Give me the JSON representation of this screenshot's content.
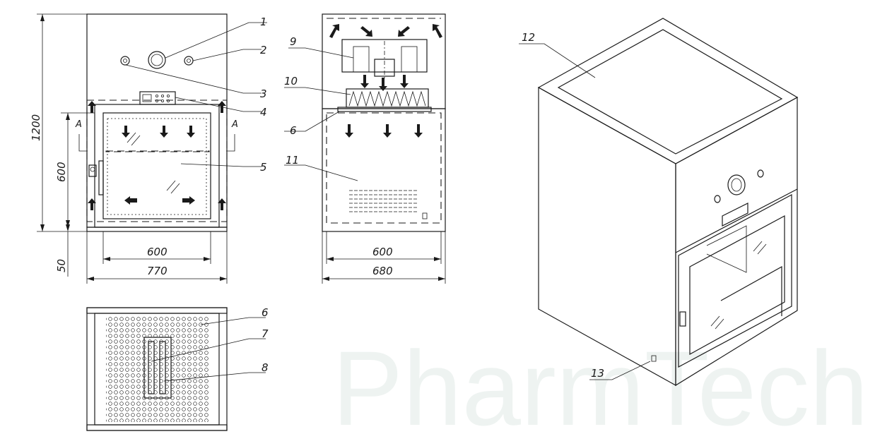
{
  "watermark": "PharmTech",
  "front_view": {
    "dims": {
      "height_total": "1200",
      "height_door": "600",
      "height_base": "50",
      "width_inner": "600",
      "width_total": "770"
    },
    "section_mark_left": "A",
    "section_mark_right": "A"
  },
  "side_view": {
    "dims": {
      "width_inner": "600",
      "width_total": "680"
    }
  },
  "callouts": {
    "c1": "1",
    "c2": "2",
    "c3": "3",
    "c4": "4",
    "c5": "5",
    "c9": "9",
    "c10": "10",
    "c6a": "6",
    "c11": "11",
    "c6b": "6",
    "c7": "7",
    "c8": "8",
    "c12": "12",
    "c13": "13"
  },
  "colors": {
    "line": "#1a1a1a",
    "watermark": "#eef3f1",
    "background": "#ffffff"
  }
}
